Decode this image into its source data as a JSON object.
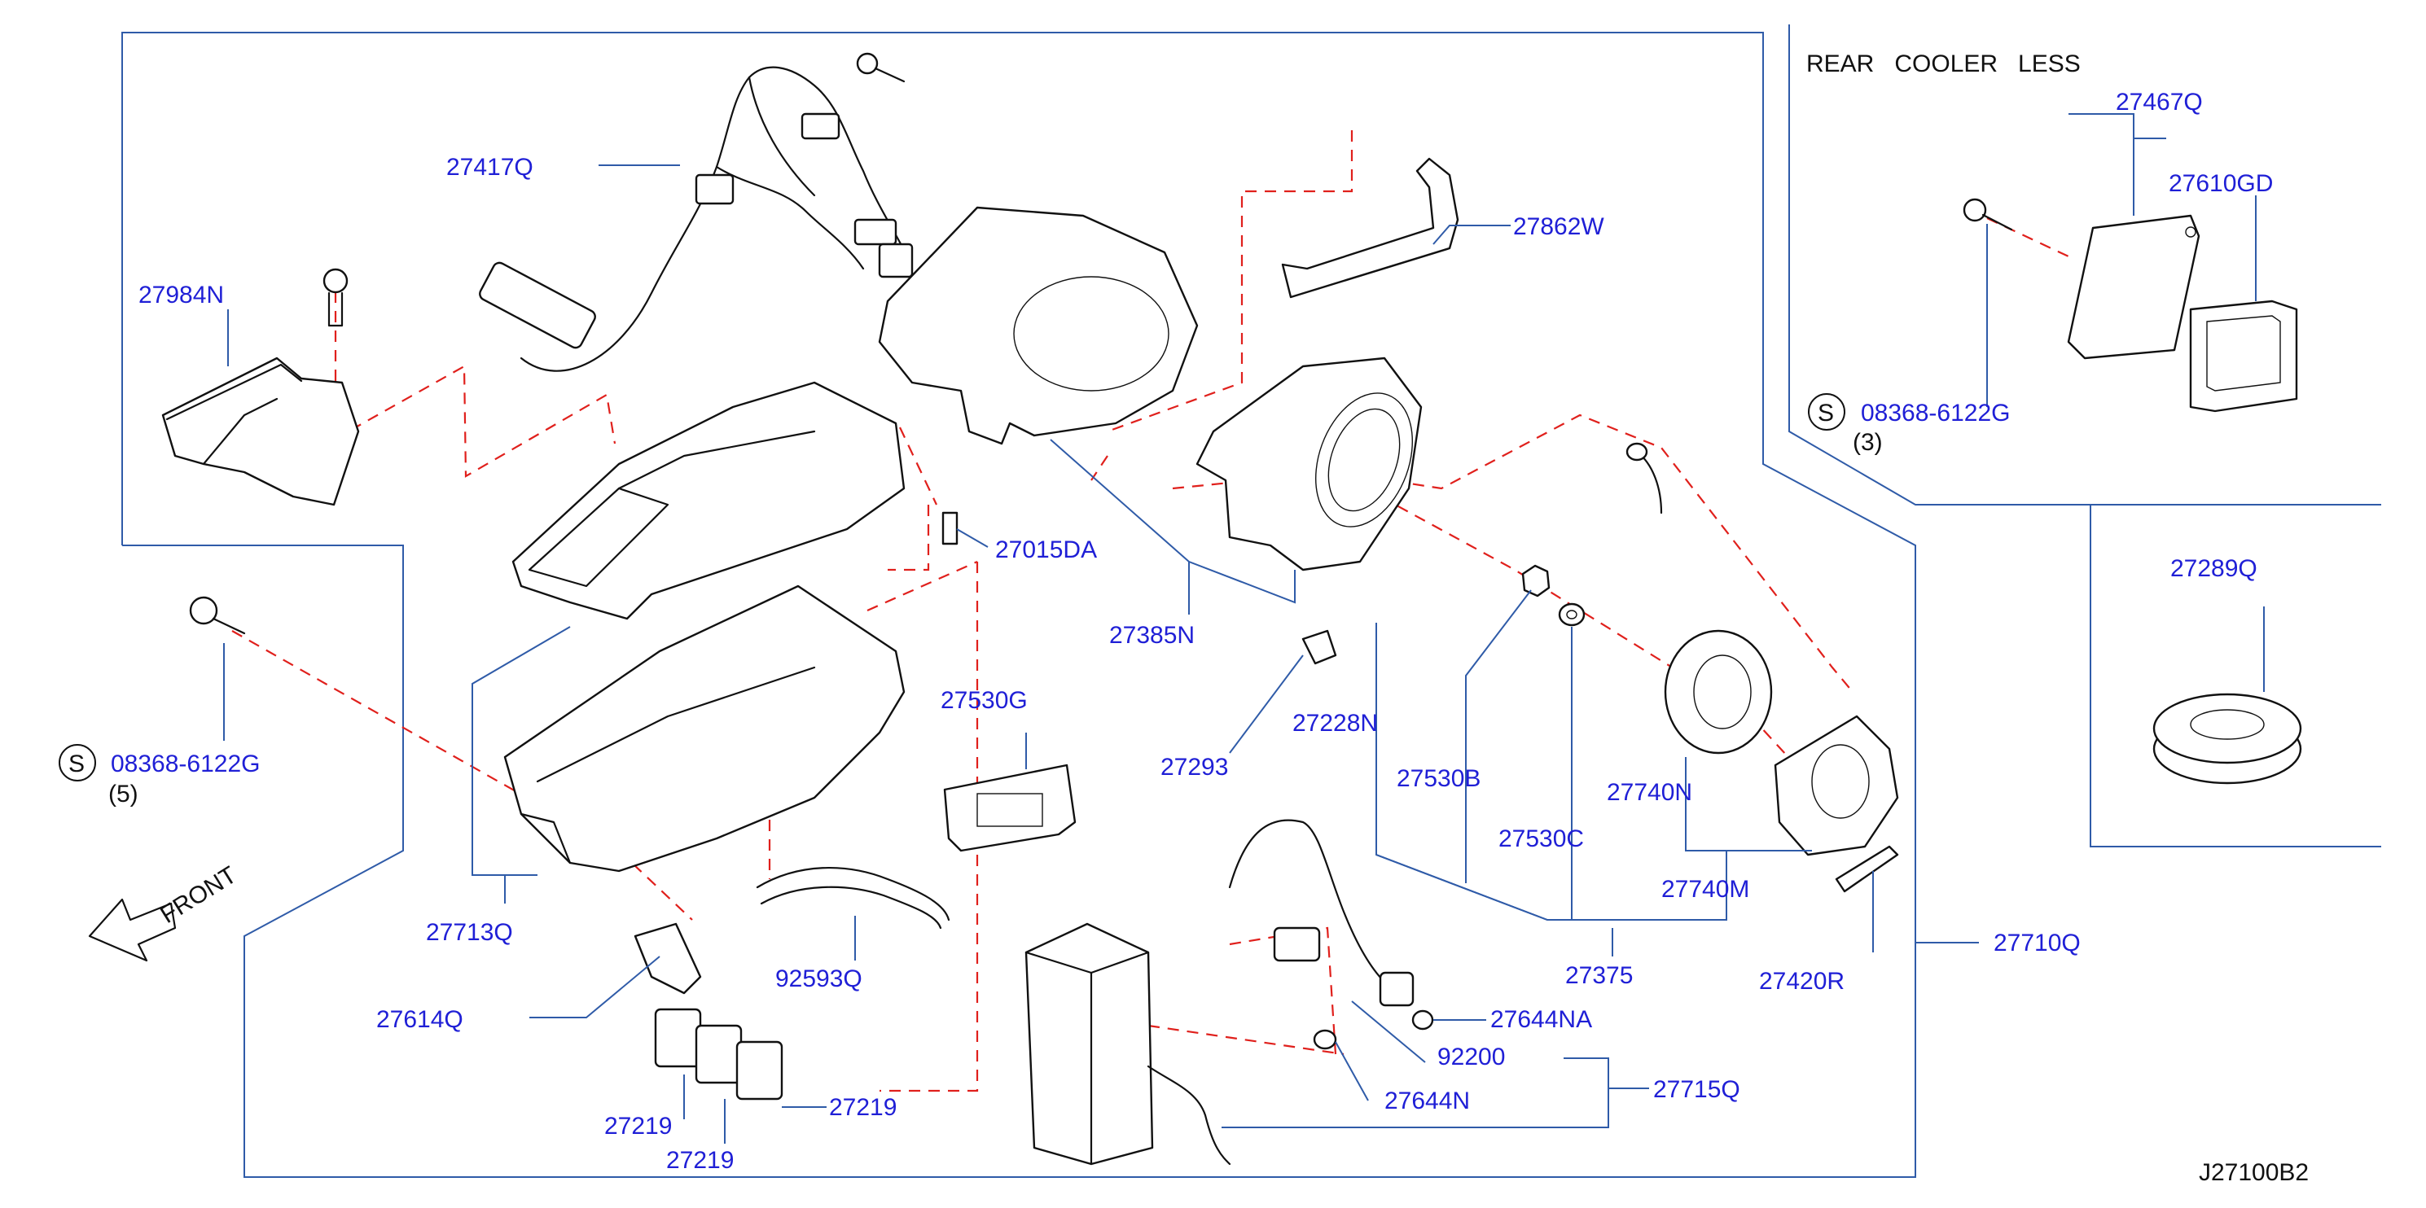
{
  "diagram": {
    "drawing_code": "J27100B2",
    "front_label": "FRONT",
    "rear_cooler_less_label": "REAR   COOLER   LESS",
    "colors": {
      "part_number": "#1f1fd6",
      "leader_line": "#2f5ba8",
      "dashed_guide": "#e0201c",
      "line_art": "#111111"
    },
    "callouts": {
      "p27417Q": "27417Q",
      "p27984N": "27984N",
      "p27862W": "27862W",
      "p27015DA": "27015DA",
      "p27385N": "27385N",
      "p08368_left": "08368-6122G",
      "qty_left": "(5)",
      "s_left": "S",
      "p27530G": "27530G",
      "p27228N": "27228N",
      "p27293": "27293",
      "p27530B": "27530B",
      "p27740N": "27740N",
      "p27530C": "27530C",
      "p27740M": "27740M",
      "p27713Q": "27713Q",
      "p92593Q": "92593Q",
      "p27375": "27375",
      "p27420R": "27420R",
      "p27710Q": "27710Q",
      "p27614Q": "27614Q",
      "p27644NA": "27644NA",
      "p92200": "92200",
      "p27219_a": "27219",
      "p27219_b": "27219",
      "p27219_c": "27219",
      "p27715Q": "27715Q",
      "p27644N": "27644N",
      "p27467Q": "27467Q",
      "p27610GD": "27610GD",
      "p08368_right": "08368-6122G",
      "qty_right": "(3)",
      "s_right": "S",
      "p27289Q": "27289Q"
    }
  }
}
